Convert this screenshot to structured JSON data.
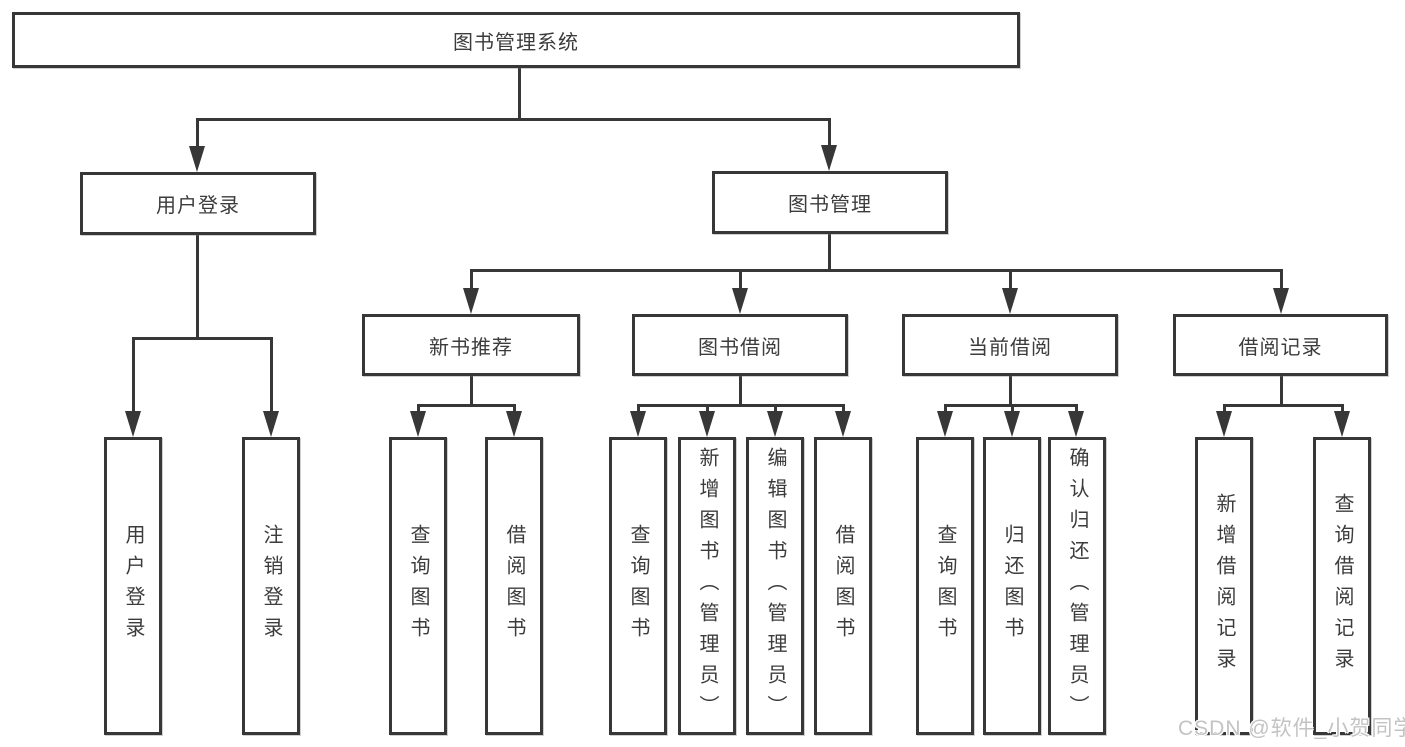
{
  "tree": {
    "root": {
      "label": "图书管理系统"
    },
    "level2": [
      {
        "label": "用户登录"
      },
      {
        "label": "图书管理"
      }
    ],
    "level3": [
      {
        "label": "新书推荐"
      },
      {
        "label": "图书借阅"
      },
      {
        "label": "当前借阅"
      },
      {
        "label": "借阅记录"
      }
    ],
    "leaves": {
      "user_login": [
        {
          "label": "用户登录"
        },
        {
          "label": "注销登录"
        }
      ],
      "new_book_recommend": [
        {
          "label": "查询图书"
        },
        {
          "label": "借阅图书"
        }
      ],
      "book_borrow": [
        {
          "label": "查询图书"
        },
        {
          "label": "新增图书（管理员）"
        },
        {
          "label": "编辑图书（管理员）"
        },
        {
          "label": "借阅图书"
        }
      ],
      "current_borrow": [
        {
          "label": "查询图书"
        },
        {
          "label": "归还图书"
        },
        {
          "label": "确认归还（管理员）"
        }
      ],
      "borrow_record": [
        {
          "label": "新增借阅记录"
        },
        {
          "label": "查询借阅记录"
        }
      ]
    }
  },
  "watermark": {
    "text": "CSDN @软件_小贺同学"
  },
  "colors": {
    "line": "#373737",
    "text": "#3c3c3c",
    "background": "#ffffff",
    "watermark": "#c3c3c3"
  }
}
